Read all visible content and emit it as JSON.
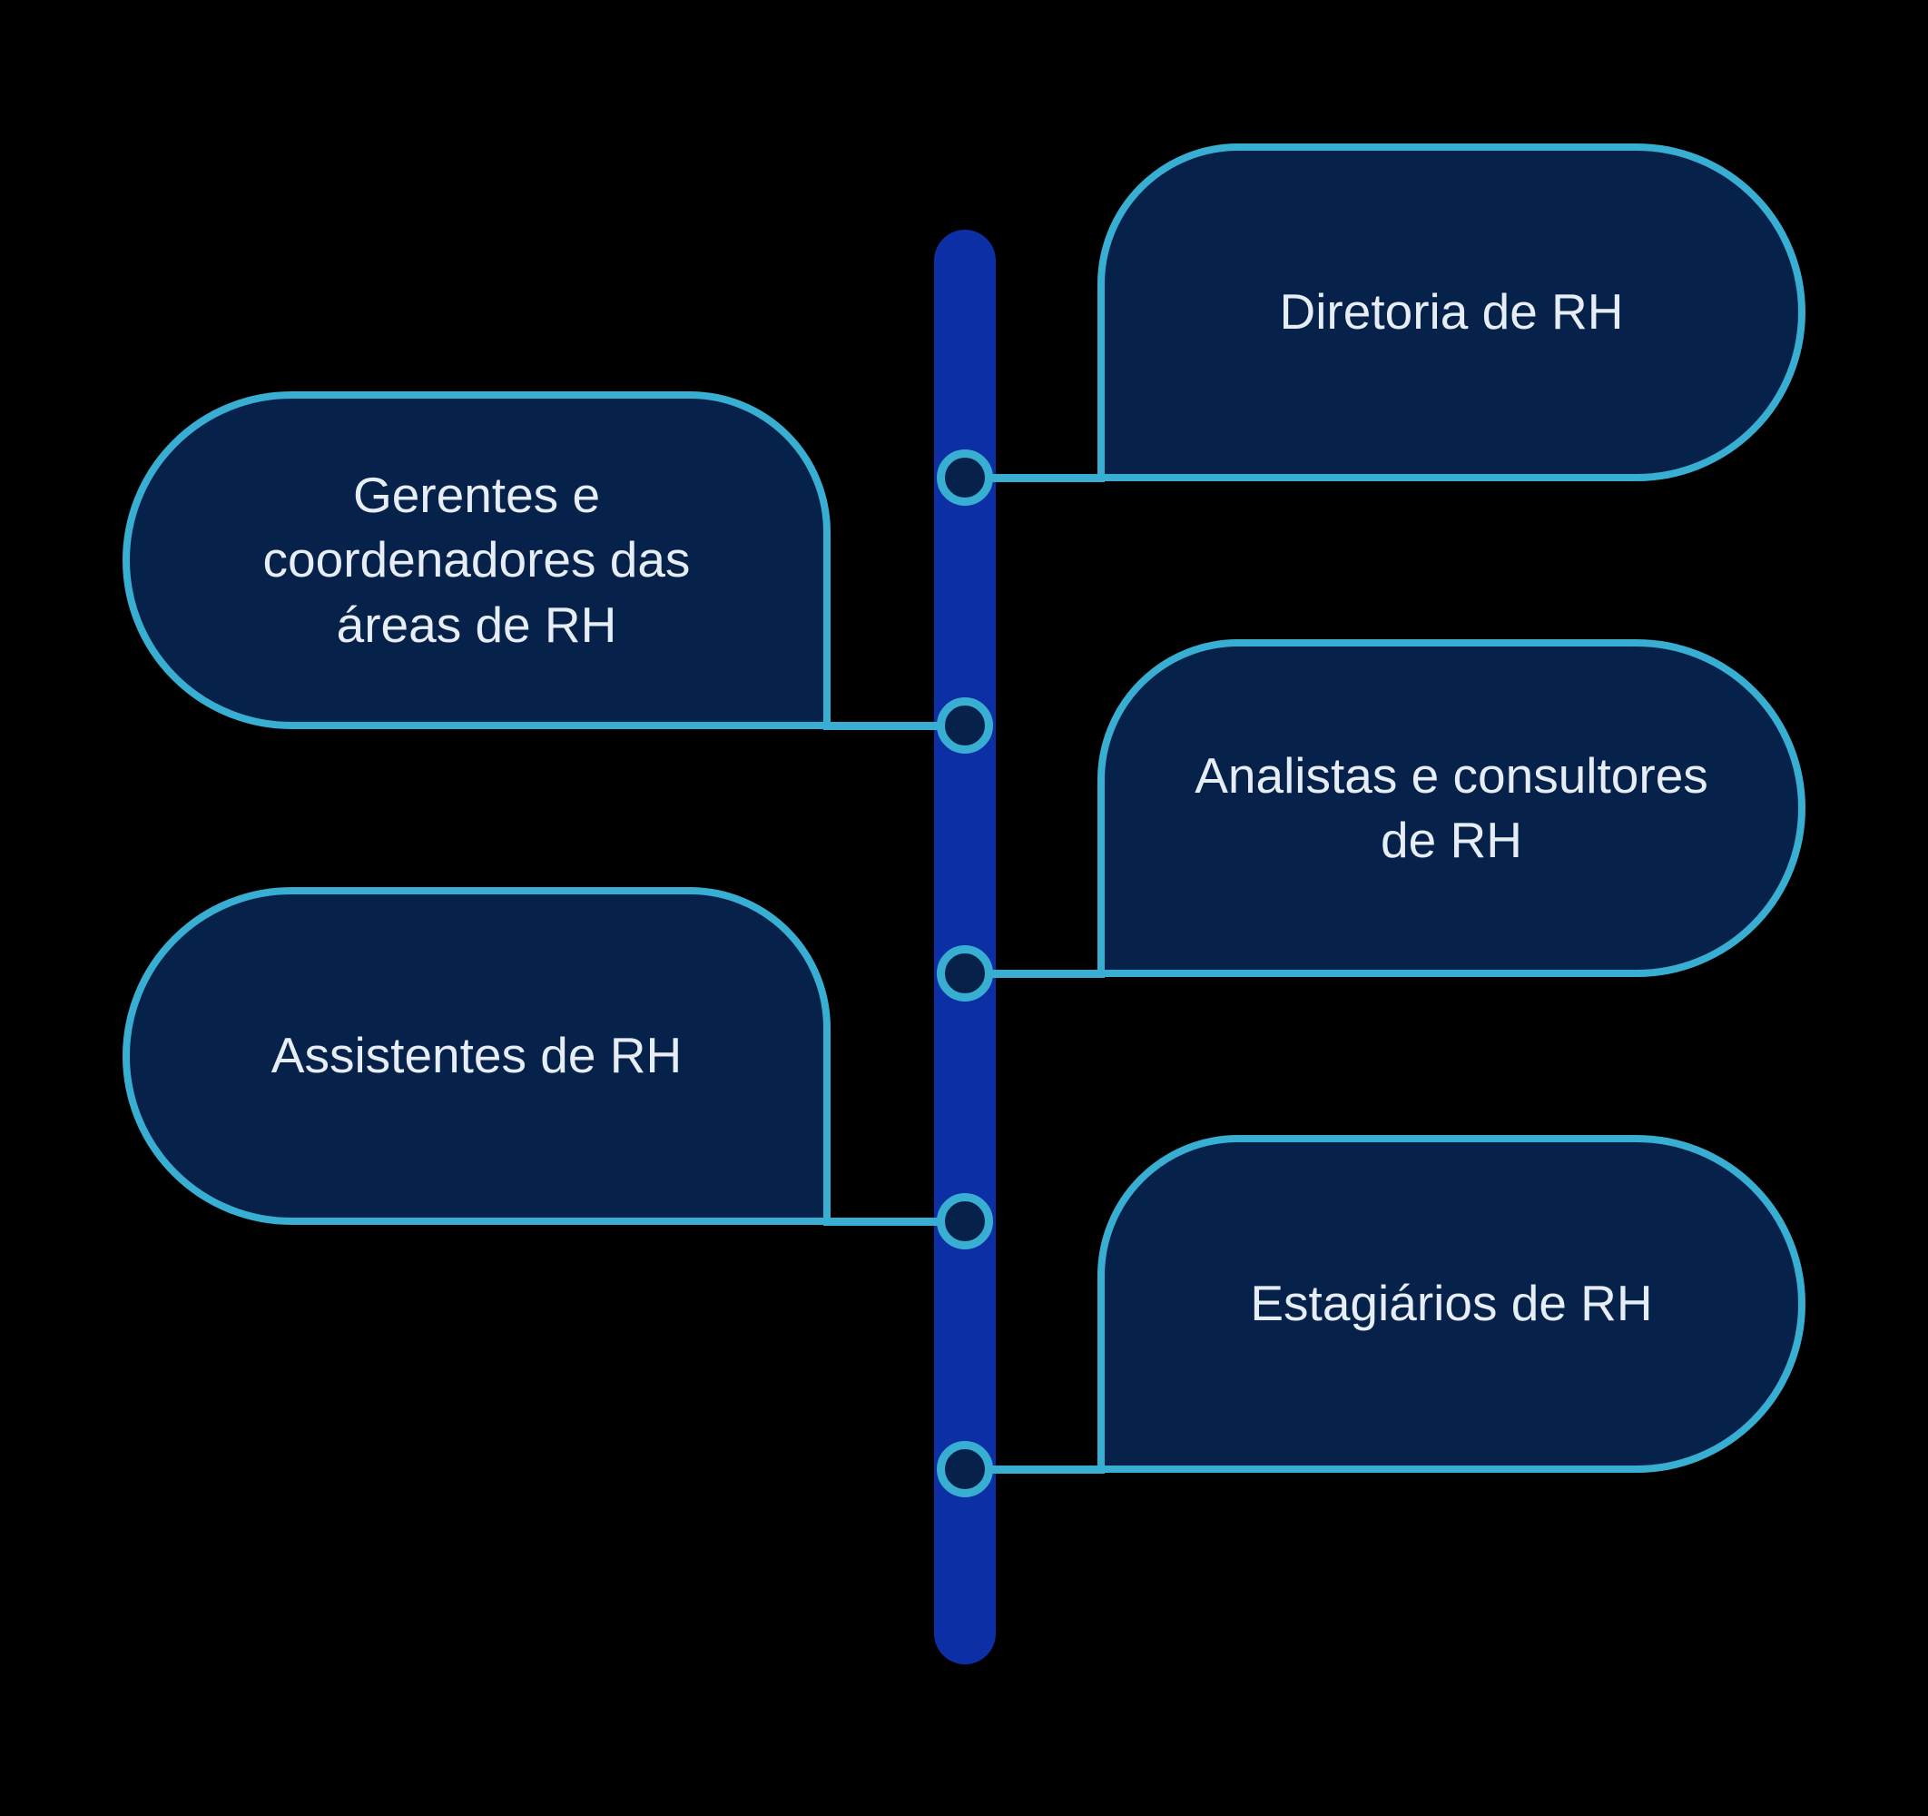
{
  "colors": {
    "background": "#000000",
    "timeline_bar": "#0D2FA6",
    "accent_teal": "#38AFD2",
    "box_fill": "#06214A",
    "node_fill": "#06214A",
    "text": "#E7EDF5"
  },
  "diagram": {
    "type": "vertical-timeline",
    "node_count": 5
  },
  "boxes": [
    {
      "label": "Diretoria de RH",
      "side": "right",
      "lines": [
        "Diretoria de RH"
      ]
    },
    {
      "label": "Gerentes e coordenadores das áreas de RH",
      "side": "left",
      "lines": [
        "Gerentes e",
        "coordenadores das",
        "áreas de RH"
      ]
    },
    {
      "label": "Analistas e consultores de RH",
      "side": "right",
      "lines": [
        "Analistas e consultores",
        "de RH"
      ]
    },
    {
      "label": "Assistentes de RH",
      "side": "left",
      "lines": [
        "Assistentes de RH"
      ]
    },
    {
      "label": "Estagiários de RH",
      "side": "right",
      "lines": [
        "Estagiários de RH"
      ]
    }
  ]
}
